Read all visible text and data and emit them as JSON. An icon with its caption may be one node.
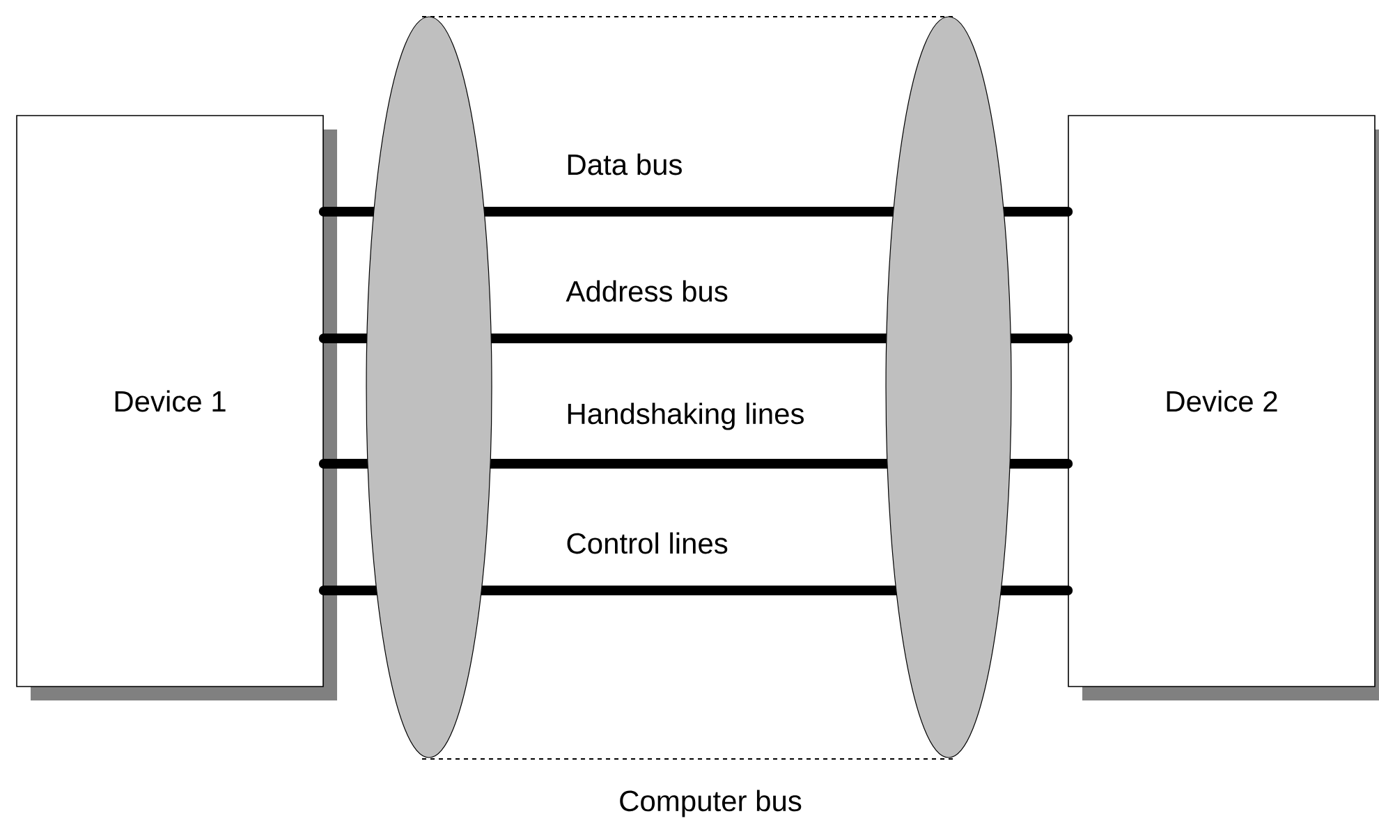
{
  "diagram": {
    "nodes": [
      {
        "text": [
          "Device 1"
        ]
      },
      {
        "text": [
          "Device 2"
        ]
      }
    ],
    "edges": [
      {
        "from": 0,
        "to": 1,
        "arrow": "none",
        "label": "Data bus"
      },
      {
        "from": 0,
        "to": 1,
        "arrow": "none",
        "label": "Address bus"
      },
      {
        "from": 0,
        "to": 1,
        "arrow": "none",
        "label": "Handshaking lines"
      },
      {
        "from": 0,
        "to": 1,
        "arrow": "none",
        "label": "Control lines"
      }
    ],
    "labels": [
      "Computer bus"
    ]
  }
}
